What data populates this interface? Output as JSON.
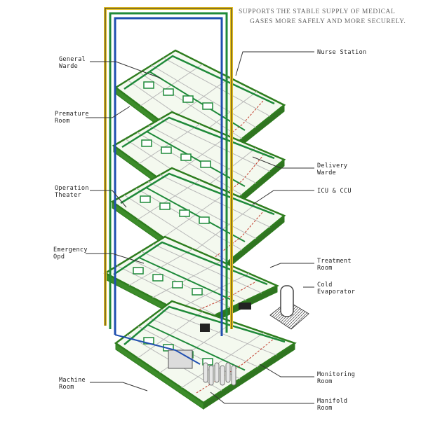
{
  "caption": {
    "line1": "SUPPORTS THE STABLE SUPPLY OF MEDICAL",
    "line2": "GASES MORE SAFELY AND MORE SECURELY."
  },
  "labels_left": [
    {
      "id": "general-ward",
      "lines": [
        "General",
        "Warde"
      ]
    },
    {
      "id": "premature-room",
      "lines": [
        "Premature",
        "Room"
      ]
    },
    {
      "id": "operation-theater",
      "lines": [
        "Operation",
        "Theater"
      ]
    },
    {
      "id": "emergency-opd",
      "lines": [
        "Emergency",
        "Opd"
      ]
    },
    {
      "id": "machine-room",
      "lines": [
        "Machine",
        "Room"
      ]
    }
  ],
  "labels_right": [
    {
      "id": "nurse-station",
      "lines": [
        "Nurse Station"
      ]
    },
    {
      "id": "delivery-ward",
      "lines": [
        "Delivery",
        "Warde"
      ]
    },
    {
      "id": "icu-ccu",
      "lines": [
        "ICU & CCU"
      ]
    },
    {
      "id": "treatment-room",
      "lines": [
        "Treatment",
        "Room"
      ]
    },
    {
      "id": "cold-evaporator",
      "lines": [
        "Cold",
        "Evaporator"
      ]
    },
    {
      "id": "monitoring-room",
      "lines": [
        "Monitoring",
        "Room"
      ]
    },
    {
      "id": "manifold-room",
      "lines": [
        "Manifold",
        "Room"
      ]
    }
  ],
  "colors": {
    "floor_edge": "#2e7d1e",
    "floor_fill": "#f4f9ef",
    "pipe_green": "#1f8a3a",
    "pipe_blue": "#1f4fb0",
    "pipe_yellow": "#e6c020",
    "pipe_red": "#c23a2a",
    "wall": "#b8b8b8",
    "leader": "#333333"
  }
}
